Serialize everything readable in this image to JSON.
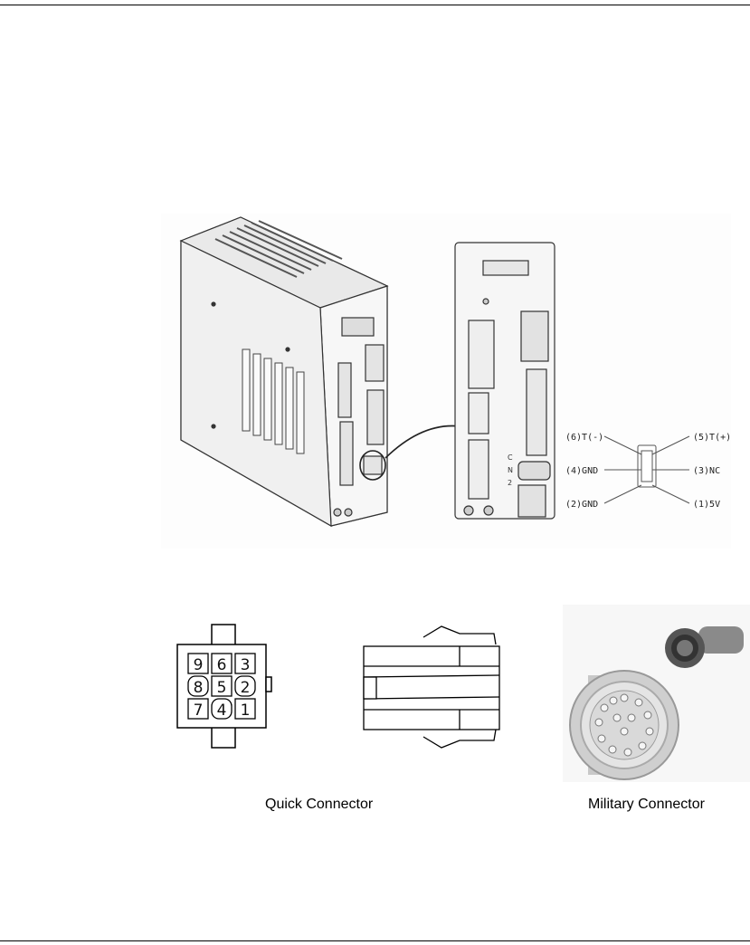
{
  "diagram": {
    "cn_label": [
      "C",
      "N",
      "2"
    ],
    "pins": [
      {
        "label": "(6)T(-)"
      },
      {
        "label": "(5)T(+)"
      },
      {
        "label": "(4)GND"
      },
      {
        "label": "(3)NC"
      },
      {
        "label": "(2)GND"
      },
      {
        "label": "(1)5V"
      }
    ]
  },
  "quick_connector": {
    "caption": "Quick Connector",
    "pin_grid": [
      [
        "9",
        "6",
        "3"
      ],
      [
        "8",
        "5",
        "2"
      ],
      [
        "7",
        "4",
        "1"
      ]
    ]
  },
  "military_connector": {
    "caption": "Military Connector"
  }
}
